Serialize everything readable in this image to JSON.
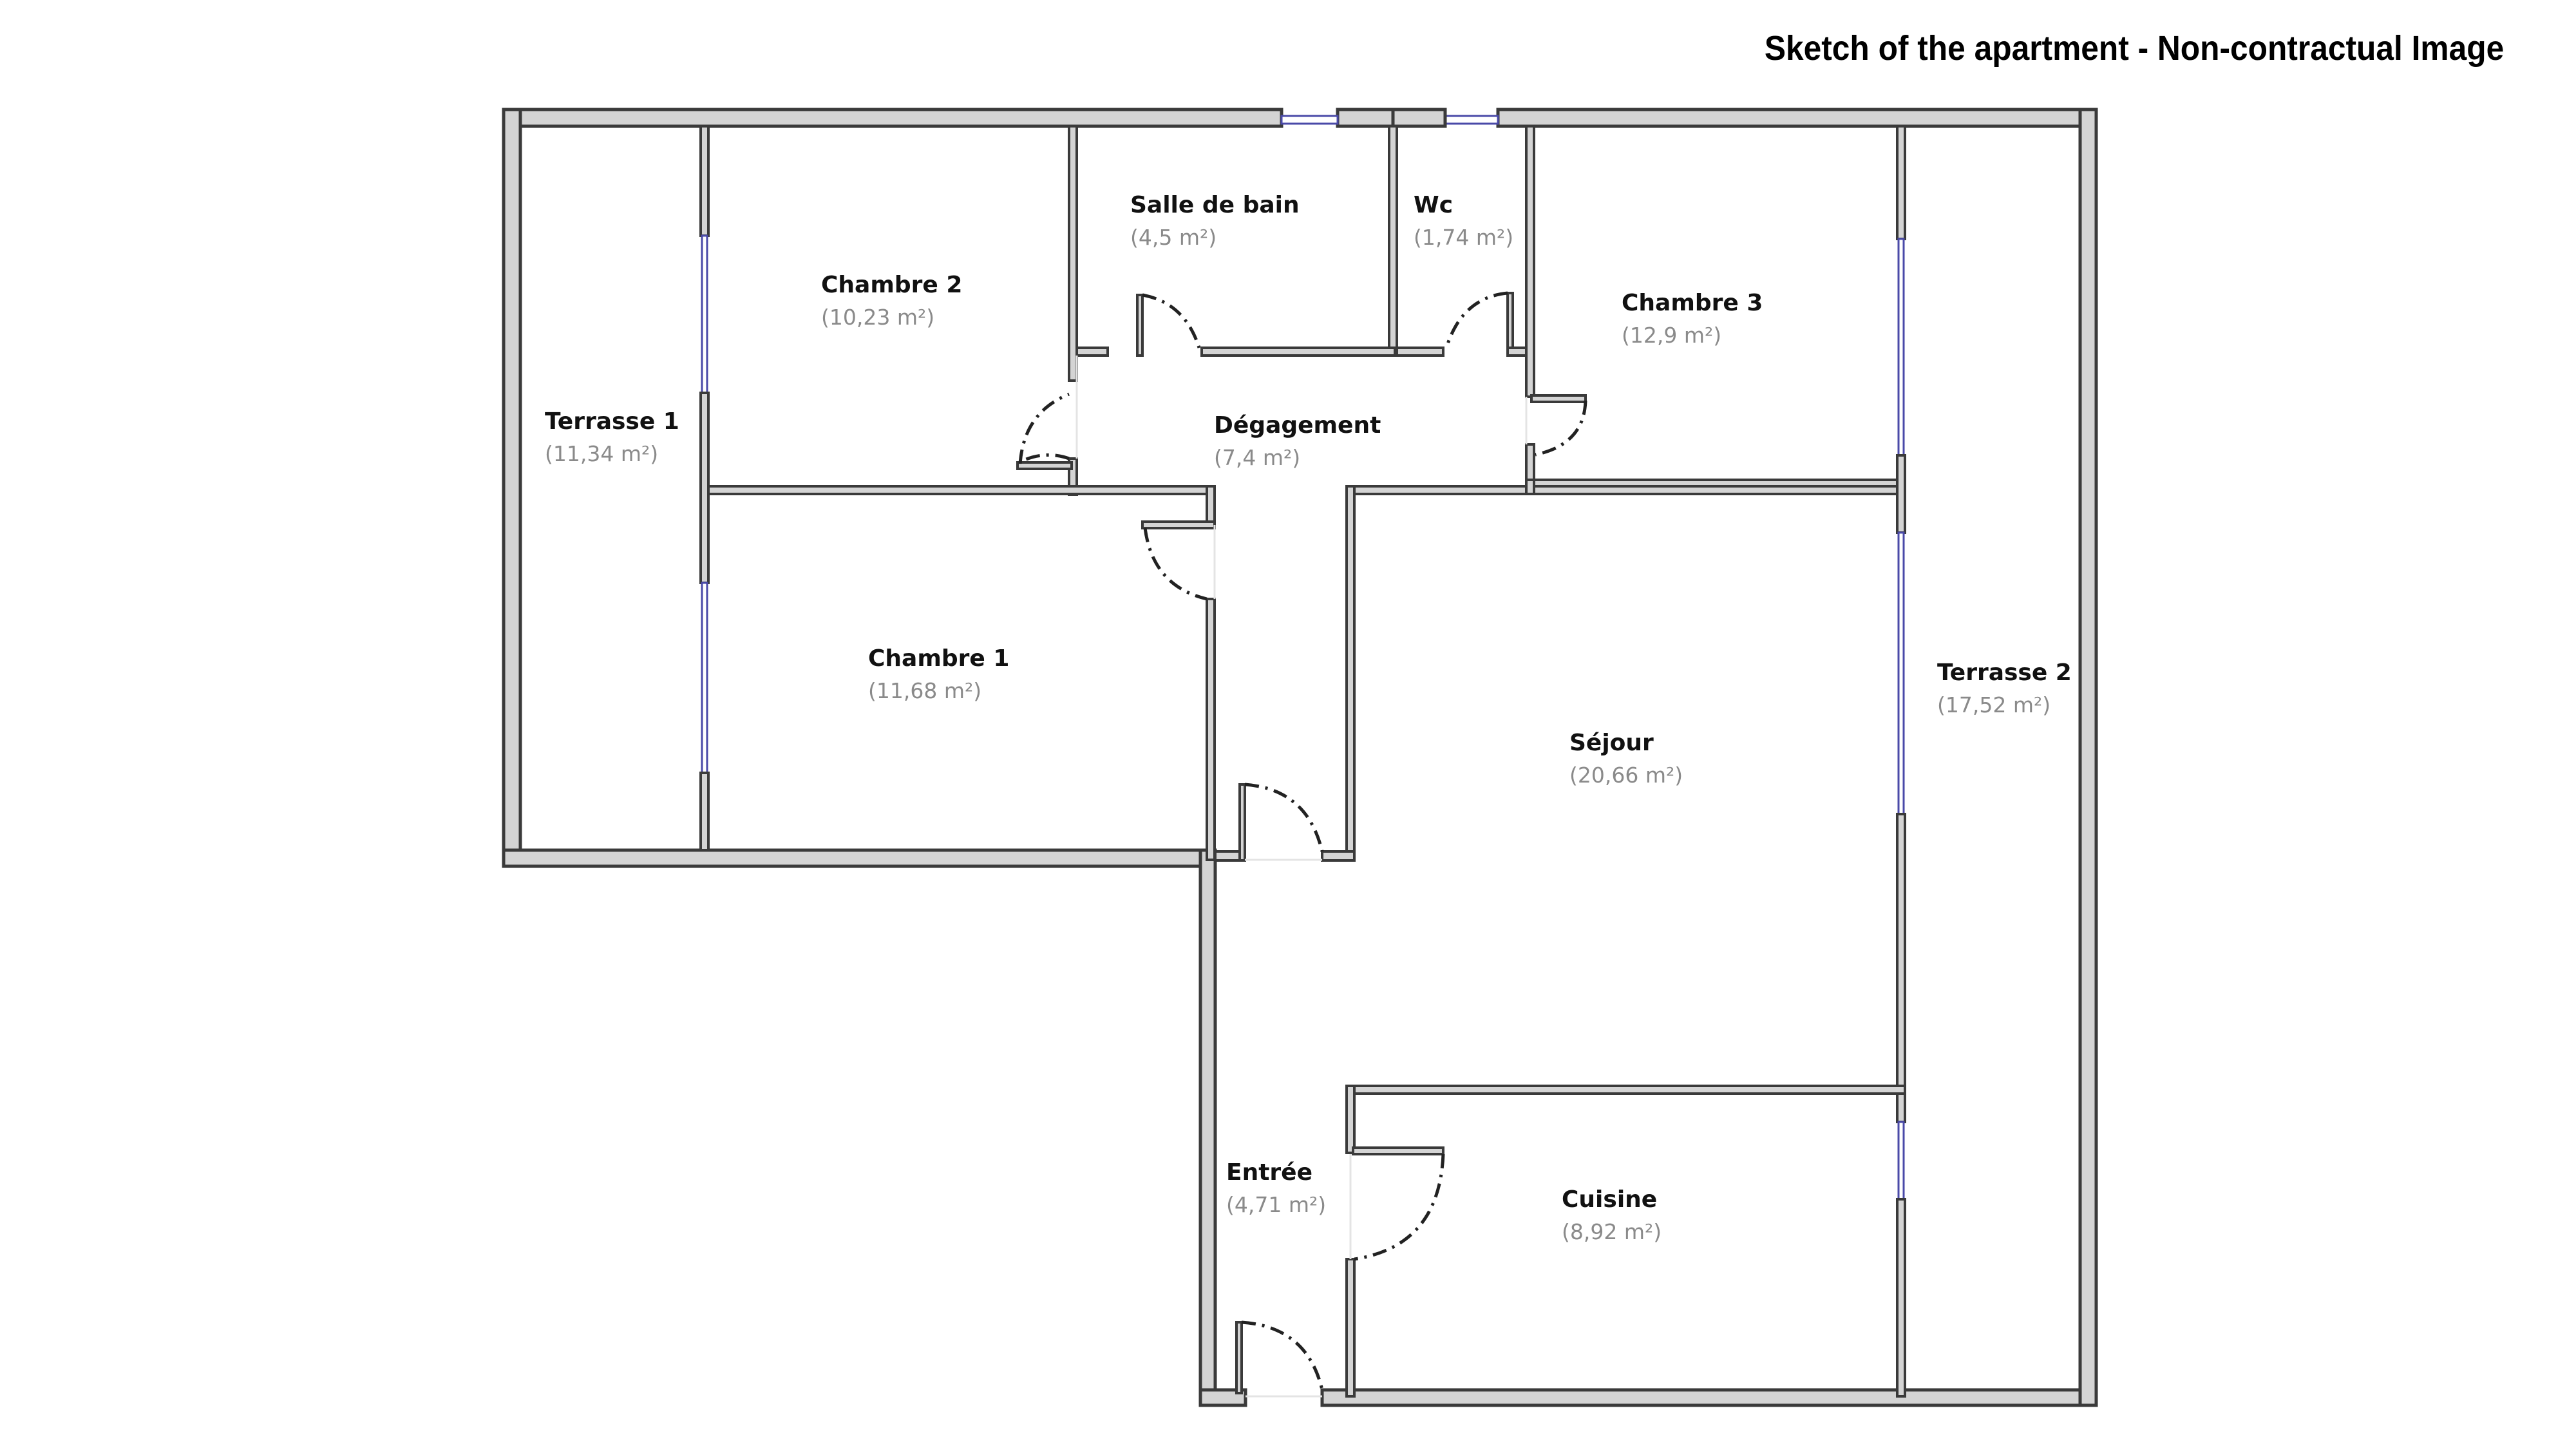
{
  "header": {
    "title": "Sketch of the apartment - Non-contractual Image"
  },
  "rooms": [
    {
      "id": "terrasse1",
      "name": "Terrasse 1",
      "area": "(11,34 m²)"
    },
    {
      "id": "chambre2",
      "name": "Chambre 2",
      "area": "(10,23 m²)"
    },
    {
      "id": "salle_de_bain",
      "name": "Salle de bain",
      "area": "(4,5 m²)"
    },
    {
      "id": "wc",
      "name": "Wc",
      "area": "(1,74 m²)"
    },
    {
      "id": "chambre3",
      "name": "Chambre 3",
      "area": "(12,9 m²)"
    },
    {
      "id": "degagement",
      "name": "Dégagement",
      "area": "(7,4 m²)"
    },
    {
      "id": "chambre1",
      "name": "Chambre 1",
      "area": "(11,68 m²)"
    },
    {
      "id": "sejour",
      "name": "Séjour",
      "area": "(20,66 m²)"
    },
    {
      "id": "terrasse2",
      "name": "Terrasse 2",
      "area": "(17,52 m²)"
    },
    {
      "id": "entree",
      "name": "Entrée",
      "area": "(4,71 m²)"
    },
    {
      "id": "cuisine",
      "name": "Cuisine",
      "area": "(8,92 m²)"
    }
  ],
  "colors": {
    "wall_fill": "#d4d4d4",
    "wall_stroke": "#3a3a3a",
    "window": "#4a4aa8",
    "room_name": "#111111",
    "room_area": "#8a8a8a"
  }
}
